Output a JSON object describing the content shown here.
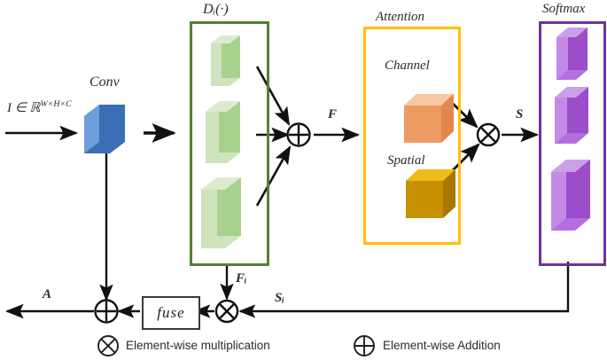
{
  "diagram": {
    "title_labels": {
      "d_block": "Dᵢ(·)",
      "attention": "Attention",
      "softmax": "Softmax",
      "conv": "Conv"
    },
    "flow_labels": {
      "input": "I ∈ ℝ",
      "input_sup": "W×H×C",
      "f": "F",
      "s": "S",
      "f_i": "Fᵢ",
      "s_i": "Sᵢ",
      "a": "A"
    },
    "attention_parts": [
      {
        "name": "Channel",
        "label": "Channel"
      },
      {
        "name": "Spatial",
        "label": "Spatial"
      }
    ],
    "fuse_label": "fuse",
    "operators": {
      "add_symbol": "⊕",
      "mul_symbol": "⊗"
    },
    "legend": [
      {
        "symbol": "⊗",
        "label": "Element-wise multiplication"
      },
      {
        "symbol": "⊕",
        "label": "Element-wise Addition"
      }
    ],
    "colors": {
      "conv_blue_face": "#3a6fb5",
      "conv_blue_edge": "#5b8fd6",
      "green_border": "#538135",
      "green_face": "#a9d18e",
      "green_face_light": "#cfe3bd",
      "yellow_border": "#ffc000",
      "channel_cube": "#f4b183",
      "spatial_cube": "#d9a200",
      "purple_border": "#7030a0",
      "purple_face": "#9b4dca",
      "arrow_black": "#111111"
    }
  }
}
